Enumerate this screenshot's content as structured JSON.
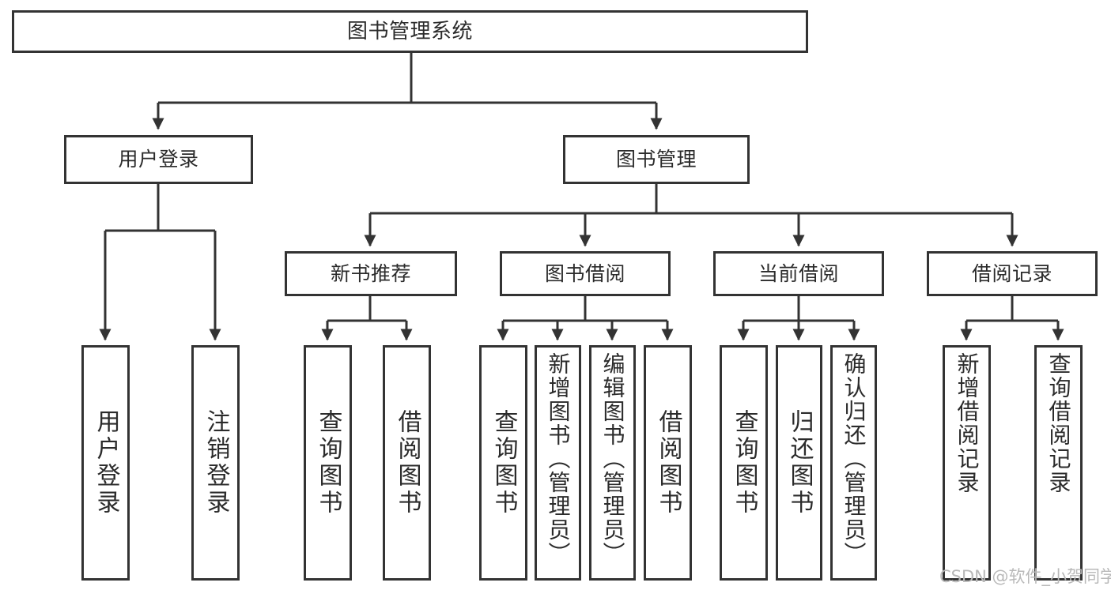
{
  "diagram": {
    "type": "tree-hierarchy",
    "title": "图书管理系统",
    "root": {
      "label": "图书管理系统"
    },
    "level1": [
      {
        "label": "用户登录"
      },
      {
        "label": "图书管理"
      }
    ],
    "level2": [
      {
        "label": "新书推荐"
      },
      {
        "label": "图书借阅"
      },
      {
        "label": "当前借阅"
      },
      {
        "label": "借阅记录"
      }
    ],
    "leaves": {
      "user_login": [
        {
          "label": "用户登录"
        },
        {
          "label": "注销登录"
        }
      ],
      "new_book_recommend": [
        {
          "label": "查询图书"
        },
        {
          "label": "借阅图书"
        }
      ],
      "book_borrow": [
        {
          "label": "查询图书"
        },
        {
          "label": "新增图书（管理员）"
        },
        {
          "label": "编辑图书（管理员）"
        },
        {
          "label": "借阅图书"
        }
      ],
      "current_borrow": [
        {
          "label": "查询图书"
        },
        {
          "label": "归还图书"
        },
        {
          "label": "确认归还（管理员）"
        }
      ],
      "borrow_record": [
        {
          "label": "新增借阅记录"
        },
        {
          "label": "查询借阅记录"
        }
      ]
    },
    "watermark": "CSDN @软件_小贺同学",
    "colors": {
      "stroke": "#333333",
      "text": "#2b2b2b",
      "background": "#ffffff",
      "watermark": "#b9b9b9"
    }
  }
}
